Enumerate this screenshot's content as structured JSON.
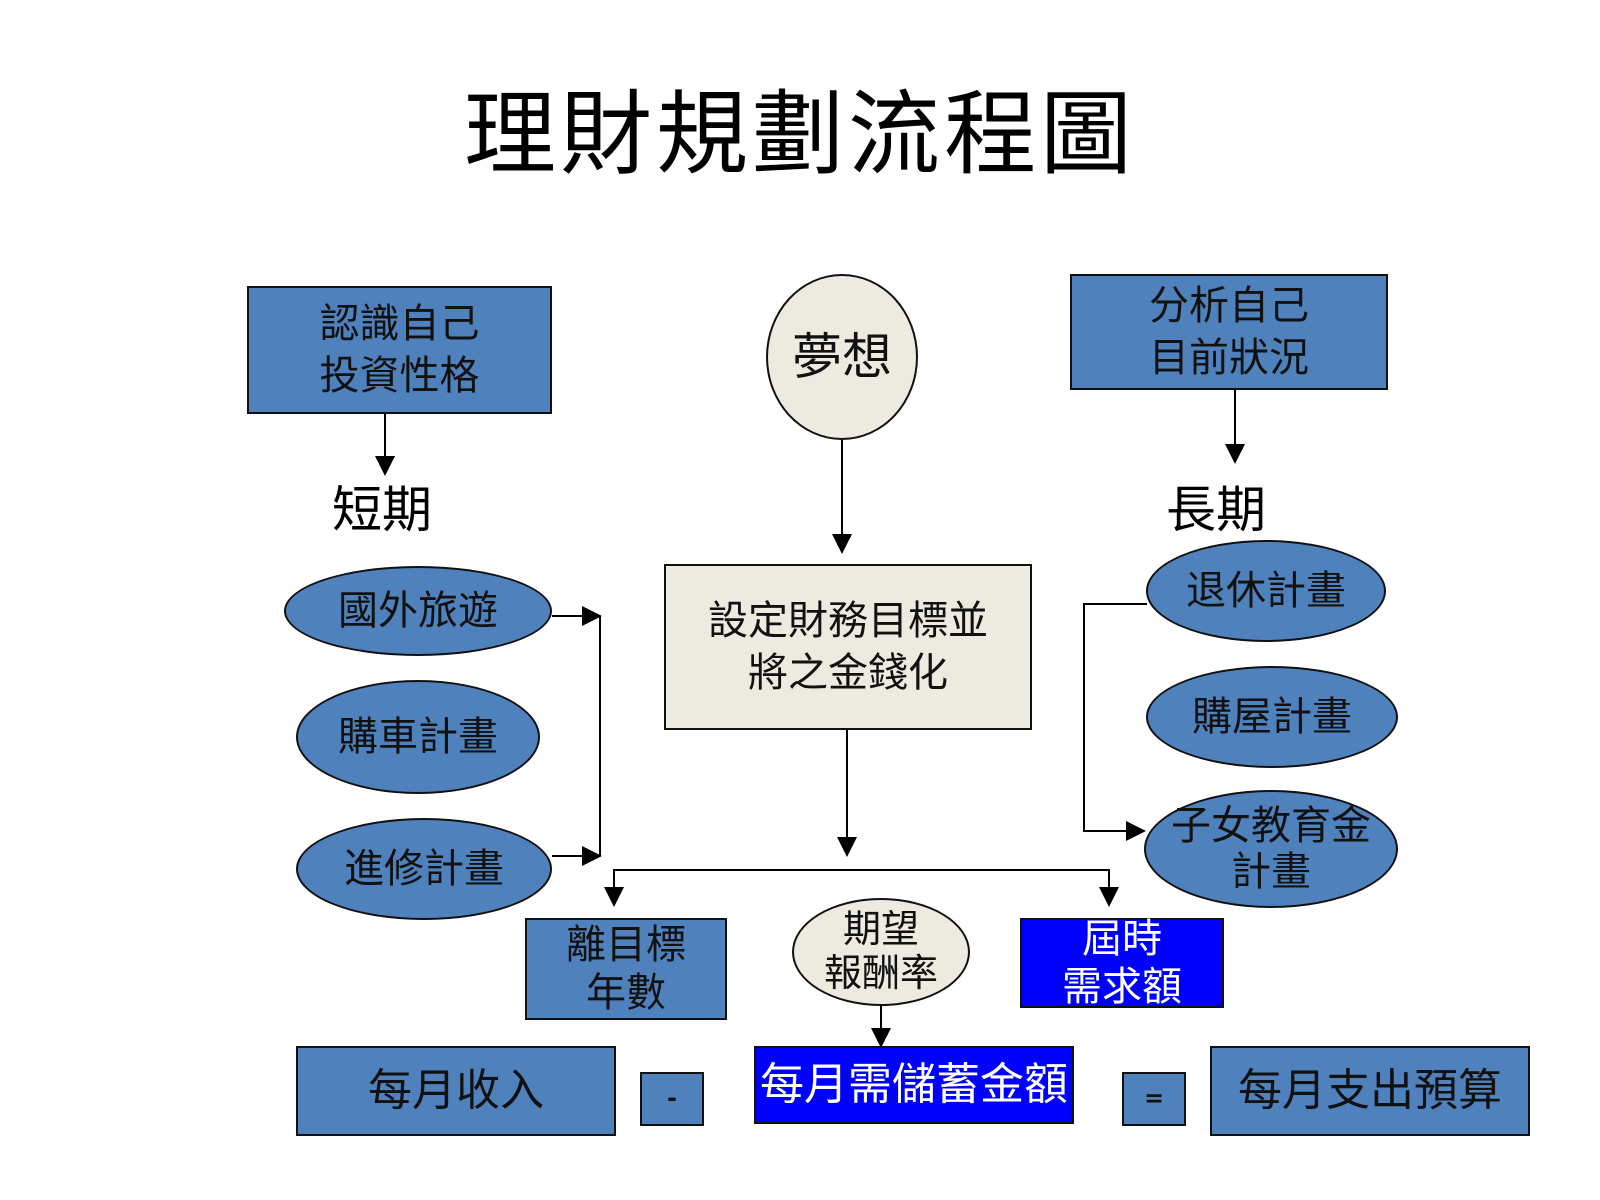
{
  "title": "理財規劃流程圖",
  "colors": {
    "box_blue": "#4f81bd",
    "highlight_blue": "#0000ff",
    "beige": "#edeae0"
  },
  "nodes": {
    "know_self": "認識自己\n投資性格",
    "dream": "夢想",
    "analyze_self": "分析自己\n目前狀況",
    "short_term": "短期",
    "long_term": "長期",
    "travel": "國外旅遊",
    "car_plan": "購車計畫",
    "study_plan": "進修計畫",
    "set_goal": "設定財務目標並\n將之金錢化",
    "retire_plan": "退休計畫",
    "house_plan": "購屋計畫",
    "education_plan": "子女教育金\n計畫",
    "years_to_goal": "離目標\n年數",
    "expected_return": "期望\n報酬率",
    "amount_needed": "屆時\n需求額",
    "monthly_income": "每月收入",
    "minus": "-",
    "monthly_saving": "每月需儲蓄金額",
    "equals": "=",
    "monthly_budget": "每月支出預算"
  }
}
